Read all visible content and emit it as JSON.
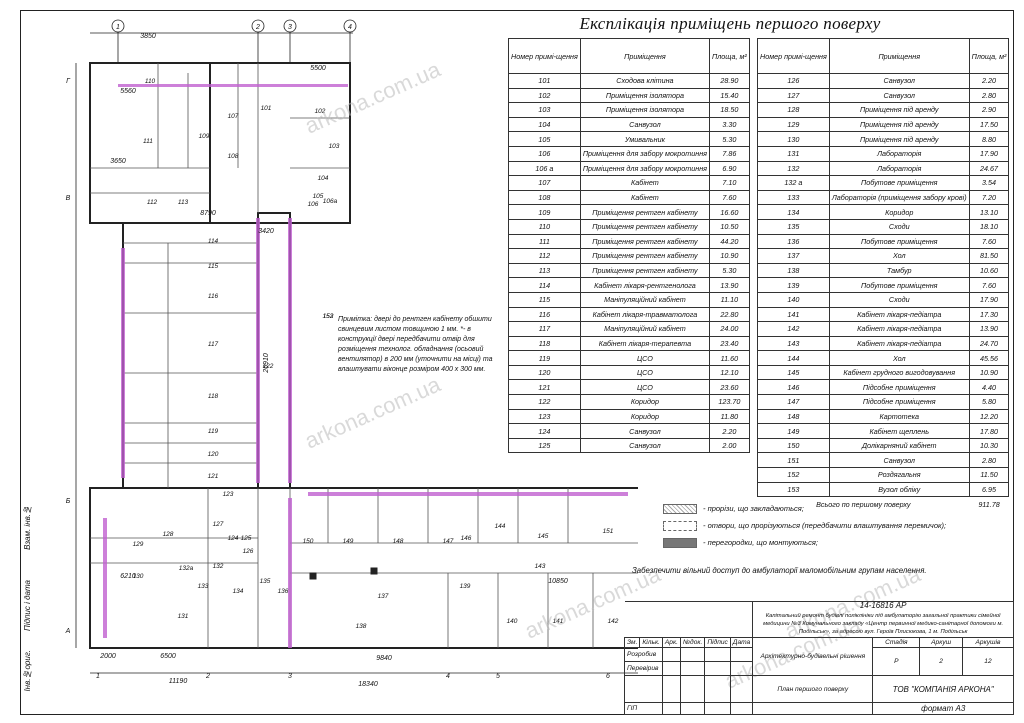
{
  "title": "Експлікація приміщень першого поверху",
  "table_headers": {
    "num": "Номер примі-щення",
    "name": "Приміщення",
    "area": "Площа, м²"
  },
  "rooms_left": [
    [
      "101",
      "Сходова клітина",
      "28.90"
    ],
    [
      "102",
      "Приміщення ізолятора",
      "15.40"
    ],
    [
      "103",
      "Приміщення ізолятора",
      "18.50"
    ],
    [
      "104",
      "Санвузол",
      "3.30"
    ],
    [
      "105",
      "Умивальник",
      "5.30"
    ],
    [
      "106",
      "Приміщення для забору мокротиння",
      "7.86"
    ],
    [
      "106 а",
      "Приміщення для забору мокротиння",
      "6.90"
    ],
    [
      "107",
      "Кабінет",
      "7.10"
    ],
    [
      "108",
      "Кабінет",
      "7.60"
    ],
    [
      "109",
      "Приміщення рентген кабінету",
      "16.60"
    ],
    [
      "110",
      "Приміщення рентген кабінету",
      "10.50"
    ],
    [
      "111",
      "Приміщення рентген кабінету",
      "44.20"
    ],
    [
      "112",
      "Приміщення рентген кабінету",
      "10.90"
    ],
    [
      "113",
      "Приміщення рентген кабінету",
      "5.30"
    ],
    [
      "114",
      "Кабінет лікаря-рентгенолога",
      "13.90"
    ],
    [
      "115",
      "Маніпуляційний кабінет",
      "11.10"
    ],
    [
      "116",
      "Кабінет лікаря-травматолога",
      "22.80"
    ],
    [
      "117",
      "Маніпуляційний кабінет",
      "24.00"
    ],
    [
      "118",
      "Кабінет лікаря-терапевта",
      "23.40"
    ],
    [
      "119",
      "ЦСО",
      "11.60"
    ],
    [
      "120",
      "ЦСО",
      "12.10"
    ],
    [
      "121",
      "ЦСО",
      "23.60"
    ],
    [
      "122",
      "Коридор",
      "123.70"
    ],
    [
      "123",
      "Коридор",
      "11.80"
    ],
    [
      "124",
      "Санвузол",
      "2.20"
    ],
    [
      "125",
      "Санвузол",
      "2.00"
    ]
  ],
  "rooms_right": [
    [
      "126",
      "Санвузол",
      "2.20"
    ],
    [
      "127",
      "Санвузол",
      "2.80"
    ],
    [
      "128",
      "Приміщення під аренду",
      "2.90"
    ],
    [
      "129",
      "Приміщення під аренду",
      "17.50"
    ],
    [
      "130",
      "Приміщення під аренду",
      "8.80"
    ],
    [
      "131",
      "Лабораторія",
      "17.90"
    ],
    [
      "132",
      "Лабораторія",
      "24.67"
    ],
    [
      "132 а",
      "Побутове приміщення",
      "3.54"
    ],
    [
      "133",
      "Лабораторія (приміщення забору крові)",
      "7.20"
    ],
    [
      "134",
      "Коридор",
      "13.10"
    ],
    [
      "135",
      "Сходи",
      "18.10"
    ],
    [
      "136",
      "Побутове приміщення",
      "7.60"
    ],
    [
      "137",
      "Хол",
      "81.50"
    ],
    [
      "138",
      "Тамбур",
      "10.60"
    ],
    [
      "139",
      "Побутове приміщення",
      "7.60"
    ],
    [
      "140",
      "Сходи",
      "17.90"
    ],
    [
      "141",
      "Кабінет лікаря-педіатра",
      "17.30"
    ],
    [
      "142",
      "Кабінет лікаря-педіатра",
      "13.90"
    ],
    [
      "143",
      "Кабінет лікаря-педіатра",
      "24.70"
    ],
    [
      "144",
      "Хол",
      "45.56"
    ],
    [
      "145",
      "Кабінет грудного вигодовування",
      "10.90"
    ],
    [
      "146",
      "Підсобне приміщення",
      "4.40"
    ],
    [
      "147",
      "Підсобне приміщення",
      "5.80"
    ],
    [
      "148",
      "Картотека",
      "12.20"
    ],
    [
      "149",
      "Кабінет щеплень",
      "17.80"
    ],
    [
      "150",
      "Долікарняний кабінет",
      "10.30"
    ],
    [
      "151",
      "Санвузол",
      "2.80"
    ],
    [
      "152",
      "Роздягальня",
      "11.50"
    ],
    [
      "153",
      "Вузол обліку",
      "6.95"
    ]
  ],
  "total_label": "Всього по першому поверху",
  "total_value": "911.78",
  "legend": [
    "- прорізи, що закладаються;",
    "- отвори, що прорізуються (передбачити влаштування перемичок);",
    "- перегородки, що монтуються;"
  ],
  "note": "Примітка: двері до рентген кабінету обшити свинцевим листом товщиною 1 мм. *- в конструкції двері передбачити отвір для розміщення технолог. обладнання (осьовий вентилятор) в 200 мм (уточнити на місці) та влаштувати віконце розміром 400 x 300 мм.",
  "access_note": "Забезпечити вільний доступ до амбулаторії маломобільним групам населення.",
  "watermark": "arkona.com.ua",
  "stamp": {
    "code": "14-16816 АР",
    "description": "Капітальний ремонт будівлі поліклініки під амбулаторію загальної практики сімейної медицини №3 Комунального закладу «Центр первинної медико-санітарної допомоги м. Подільськ», за адресою вул. Героїв Плисюкова, 1 м. Подільськ",
    "cols": [
      "Зм.",
      "Кільк.",
      "Арк.",
      "№док.",
      "Підпис",
      "Дата"
    ],
    "section": "Архітектурно-будівельні рішення",
    "stage_h": "Стадія",
    "sheet_h": "Аркуш",
    "sheets_h": "Аркушів",
    "stage": "Р",
    "sheet": "2",
    "sheets": "12",
    "drawing": "План першого поверху",
    "company": "ТОВ \"КОМПАНІЯ АРКОНА\"",
    "roles": [
      "Розробив",
      "Перевірив",
      "ГІП"
    ],
    "format": "формат А3"
  },
  "side_labels": [
    "Інв.№ориг.",
    "Підпис і дата",
    "Взам. інв.№"
  ],
  "axes": {
    "top": [
      "1",
      "2",
      "3",
      "4"
    ],
    "bottom": [
      "1",
      "2",
      "3",
      "4",
      "5",
      "6"
    ],
    "left": [
      "Г",
      "В",
      "Б",
      "А"
    ]
  },
  "plan_rooms": [
    "110",
    "111",
    "112",
    "109",
    "107",
    "108",
    "101",
    "102",
    "103",
    "104",
    "105",
    "106",
    "106а",
    "113",
    "114",
    "115",
    "116",
    "117",
    "118",
    "119",
    "120",
    "121",
    "122",
    "123",
    "124",
    "125",
    "126",
    "127",
    "128",
    "129",
    "130",
    "131",
    "132",
    "132а",
    "133",
    "134",
    "135",
    "136",
    "137",
    "138",
    "139",
    "140",
    "141",
    "142",
    "143",
    "144",
    "145",
    "146",
    "147",
    "148",
    "149",
    "150",
    "151",
    "152",
    "153"
  ],
  "dims": {
    "d3850": "3850",
    "d5560": "5560",
    "d3650": "3650",
    "d8790": "8790",
    "d3420": "3420",
    "d5500": "5500",
    "d11190": "11190",
    "d18340": "18340",
    "d9840": "9840",
    "d6500": "6500",
    "d2000": "2000",
    "d10850": "10850",
    "d26910": "26910",
    "d6210": "6210"
  }
}
